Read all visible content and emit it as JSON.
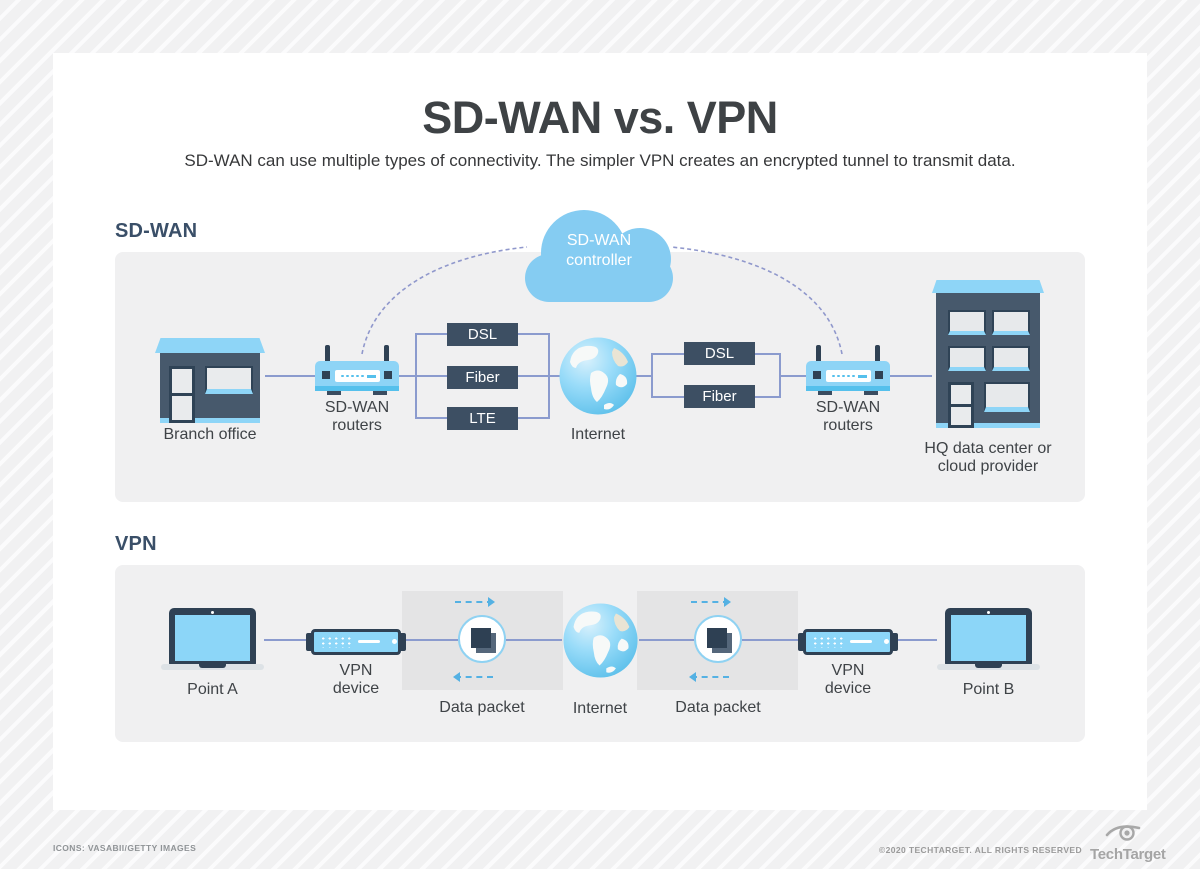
{
  "palette": {
    "accent_blue": "#85ccf2",
    "screen_blue": "#8cd6f8",
    "dark_slate": "#3d4f63",
    "building_slate": "#47596c",
    "connector_purple": "#8b9bce",
    "arrow_blue": "#54b1e3",
    "panel_gray": "#f0f0f1",
    "tunnel_gray": "#e4e4e5"
  },
  "header": {
    "title": "SD-WAN vs. VPN",
    "subtitle": "SD-WAN can use multiple types of connectivity. The simpler VPN creates an encrypted tunnel to transmit data."
  },
  "sdwan": {
    "heading": "SD-WAN",
    "controller": "SD-WAN controller",
    "branch_office": "Branch office",
    "router_left": "SD-WAN routers",
    "links_left": [
      "DSL",
      "Fiber",
      "LTE"
    ],
    "internet": "Internet",
    "links_right": [
      "DSL",
      "Fiber"
    ],
    "router_right": "SD-WAN routers",
    "hq": "HQ data center or cloud provider"
  },
  "vpn": {
    "heading": "VPN",
    "point_a": "Point A",
    "device_left": "VPN device",
    "packet_left": "Data packet",
    "internet": "Internet",
    "packet_right": "Data packet",
    "device_right": "VPN device",
    "point_b": "Point B"
  },
  "footer": {
    "credits": "ICONS: VASABII/GETTY IMAGES",
    "copyright": "©2020 TECHTARGET. ALL RIGHTS RESERVED",
    "brand": "TechTarget"
  }
}
